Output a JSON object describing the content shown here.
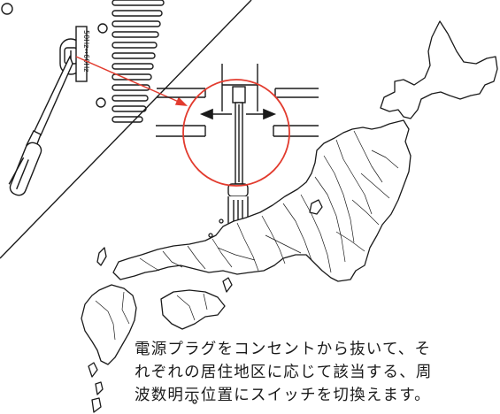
{
  "switch": {
    "label": "50Hz↔60Hz"
  },
  "instructions": {
    "lines": [
      "電源プラグをコンセントから抜いて、そ",
      "れぞれの居住地区に応じて該当する、周",
      "波数明示位置にスイッチを切換えます。"
    ]
  },
  "colors": {
    "line": "#1a1a1a",
    "highlight": "#e23b2e",
    "background": "#ffffff"
  }
}
